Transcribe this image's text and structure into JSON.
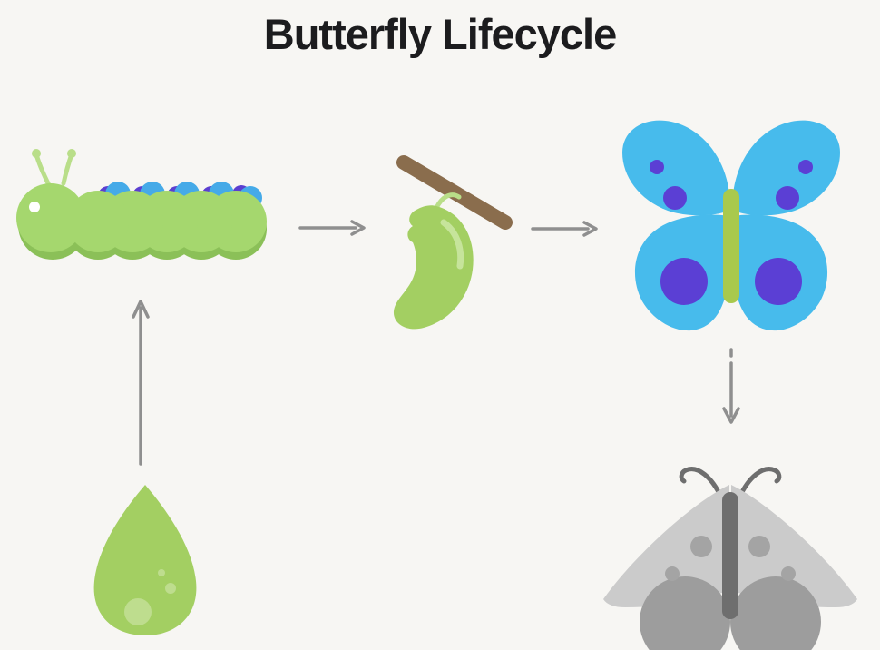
{
  "title": "Butterfly Lifecycle",
  "colors": {
    "background": "#f7f6f3",
    "title_text": "#1c1c1e",
    "arrow": "#8f8f8f",
    "caterpillar_green": "#a5d76e",
    "caterpillar_shadow": "#8bc058",
    "antenna_green": "#b9de89",
    "accent_blue": "#45aae8",
    "accent_purple": "#5b3fd0",
    "eye_white": "#ffffff",
    "branch_brown": "#8a6d4d",
    "chrysalis_green": "#a3cf62",
    "chrysalis_highlight": "#c6e49b",
    "butterfly_blue": "#47bbec",
    "butterfly_purple": "#5b3fd4",
    "butterfly_body_green": "#a9c94d",
    "moth_wing_light": "#cbcbcb",
    "moth_wing_dark": "#9d9d9d",
    "moth_spot": "#a4a4a4",
    "moth_body": "#6e6e6e",
    "egg_green": "#a3cf62",
    "egg_spot": "#bedd8e"
  },
  "stages": [
    {
      "id": "egg",
      "icon": "egg-icon"
    },
    {
      "id": "caterpillar",
      "icon": "caterpillar-icon"
    },
    {
      "id": "chrysalis",
      "icon": "chrysalis-icon"
    },
    {
      "id": "butterfly",
      "icon": "butterfly-icon"
    },
    {
      "id": "moth",
      "icon": "moth-icon"
    }
  ],
  "flow": [
    {
      "from": "egg",
      "to": "caterpillar",
      "direction": "up"
    },
    {
      "from": "caterpillar",
      "to": "chrysalis",
      "direction": "right"
    },
    {
      "from": "chrysalis",
      "to": "butterfly",
      "direction": "right"
    },
    {
      "from": "butterfly",
      "to": "moth",
      "direction": "down"
    }
  ]
}
